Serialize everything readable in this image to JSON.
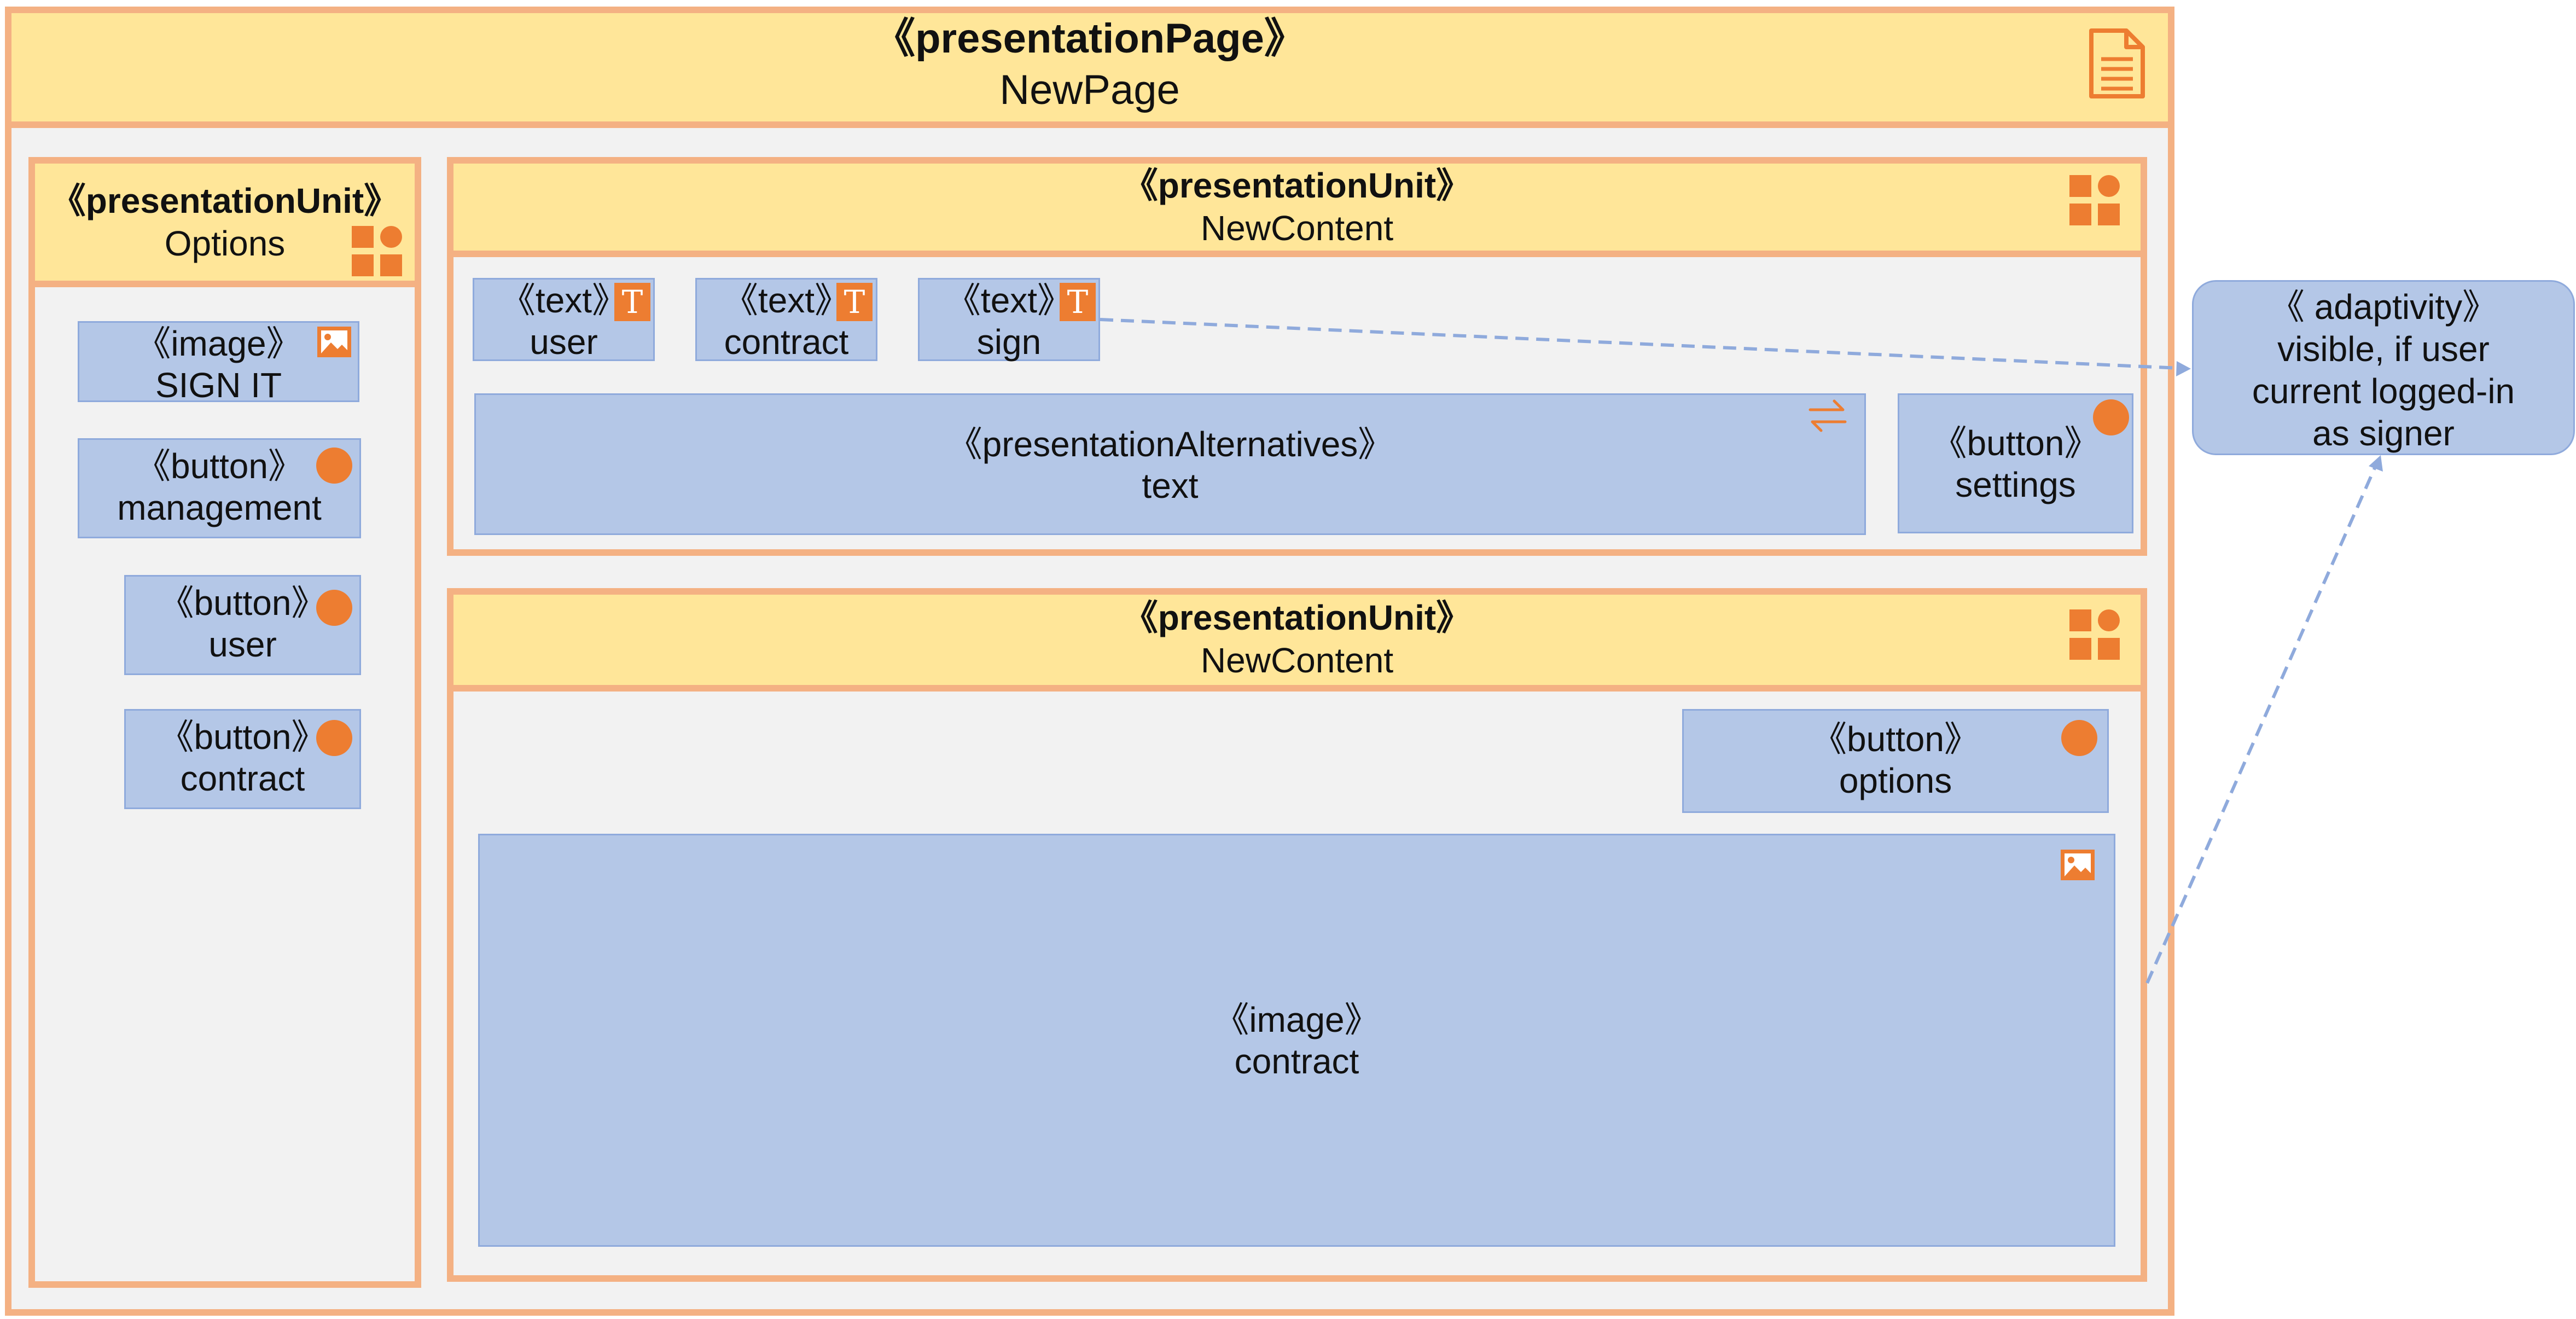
{
  "page": {
    "stereotype": "《presentationPage》",
    "name": "NewPage"
  },
  "options_unit": {
    "stereotype": "《presentationUnit》",
    "name": "Options",
    "items": [
      {
        "stereotype": "《image》",
        "label": "SIGN IT"
      },
      {
        "stereotype": "《button》",
        "label": "management"
      },
      {
        "stereotype": "《button》",
        "label": "user"
      },
      {
        "stereotype": "《button》",
        "label": "contract"
      }
    ]
  },
  "content_unit_1": {
    "stereotype": "《presentationUnit》",
    "name": "NewContent",
    "texts": [
      {
        "stereotype": "《text》",
        "label": "user"
      },
      {
        "stereotype": "《text》",
        "label": "contract"
      },
      {
        "stereotype": "《text》",
        "label": "sign"
      }
    ],
    "alternatives": {
      "stereotype": "《presentationAlternatives》",
      "label": "text"
    },
    "settings_button": {
      "stereotype": "《button》",
      "label": "settings"
    }
  },
  "content_unit_2": {
    "stereotype": "《presentationUnit》",
    "name": "NewContent",
    "options_button": {
      "stereotype": "《button》",
      "label": "options"
    },
    "image": {
      "stereotype": "《image》",
      "label": "contract"
    }
  },
  "adaptivity": {
    "stereotype": "《 adaptivity》",
    "lines": [
      "visible, if user",
      "current logged-in",
      "as signer"
    ]
  },
  "icons": {
    "page": "document-icon",
    "unit": "unit-grid-icon",
    "button": "circle-icon",
    "text": "text-t-icon",
    "image": "image-icon",
    "alternatives": "swap-arrows-icon"
  },
  "colors": {
    "header_fill": "#FFE699",
    "border_orange": "#F4B183",
    "icon_orange": "#ED7D31",
    "element_blue": "#B4C7E7",
    "element_border": "#8FAADC",
    "background_gray": "#F2F2F2"
  }
}
